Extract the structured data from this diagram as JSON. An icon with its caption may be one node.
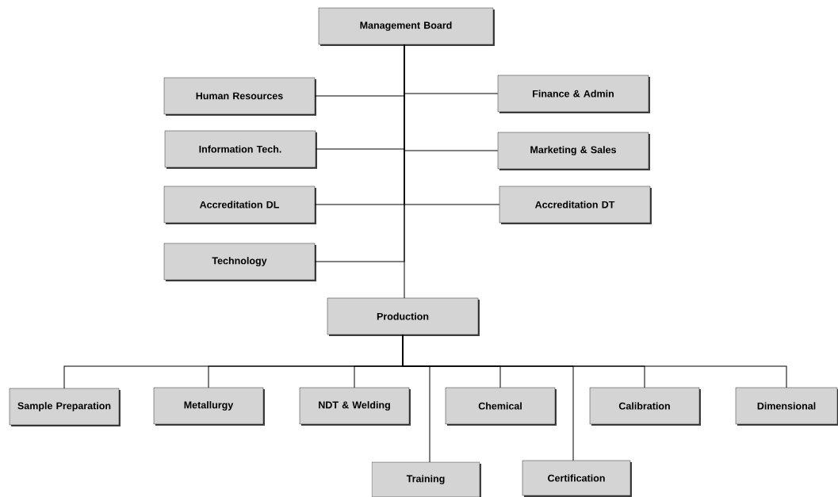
{
  "diagram": {
    "nodes": [
      {
        "text": [
          "Management Board"
        ]
      },
      {
        "text": [
          "Human Resources"
        ]
      },
      {
        "text": [
          "Finance & Admin"
        ]
      },
      {
        "text": [
          "Information Tech."
        ]
      },
      {
        "text": [
          "Marketing & Sales"
        ]
      },
      {
        "text": [
          "Accreditation DL"
        ]
      },
      {
        "text": [
          "Accreditation DT"
        ]
      },
      {
        "text": [
          "Technology"
        ]
      },
      {
        "text": [
          "Production"
        ]
      },
      {
        "text": [
          "Sample Preparation"
        ]
      },
      {
        "text": [
          "Metallurgy"
        ]
      },
      {
        "text": [
          "NDT & Welding"
        ]
      },
      {
        "text": [
          "Chemical"
        ]
      },
      {
        "text": [
          "Calibration"
        ]
      },
      {
        "text": [
          "Dimensional"
        ]
      },
      {
        "text": [
          "Training"
        ]
      },
      {
        "text": [
          "Certification"
        ]
      }
    ],
    "edges": [
      {
        "from": 0,
        "to": 1,
        "arrow": "none"
      },
      {
        "from": 0,
        "to": 2,
        "arrow": "none"
      },
      {
        "from": 0,
        "to": 3,
        "arrow": "none"
      },
      {
        "from": 0,
        "to": 4,
        "arrow": "none"
      },
      {
        "from": 0,
        "to": 5,
        "arrow": "none"
      },
      {
        "from": 0,
        "to": 6,
        "arrow": "none"
      },
      {
        "from": 0,
        "to": 7,
        "arrow": "none"
      },
      {
        "from": 0,
        "to": 8,
        "arrow": "none"
      },
      {
        "from": 8,
        "to": 9,
        "arrow": "none"
      },
      {
        "from": 8,
        "to": 10,
        "arrow": "none"
      },
      {
        "from": 8,
        "to": 11,
        "arrow": "none"
      },
      {
        "from": 8,
        "to": 12,
        "arrow": "none"
      },
      {
        "from": 8,
        "to": 13,
        "arrow": "none"
      },
      {
        "from": 8,
        "to": 14,
        "arrow": "none"
      },
      {
        "from": 8,
        "to": 15,
        "arrow": "none"
      },
      {
        "from": 8,
        "to": 16,
        "arrow": "none"
      }
    ]
  }
}
